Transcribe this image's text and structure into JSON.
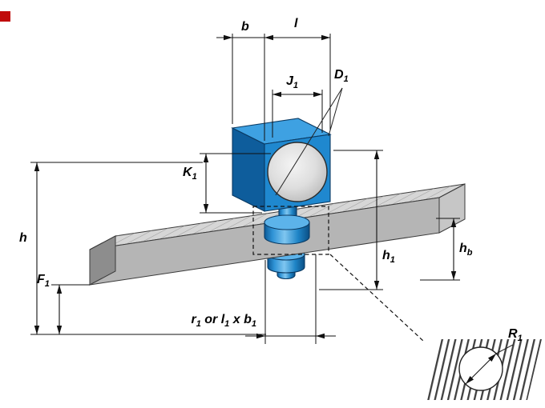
{
  "figure": {
    "description": "Isometric dimensional drawing of a bolt-mounted roller block on a rectangular rail, with enlarged cross-section detail of the groove radius"
  },
  "labels": {
    "b": "b",
    "l": "l",
    "J1": {
      "base": "J",
      "sub": "1"
    },
    "D1": {
      "base": "D",
      "sub": "1"
    },
    "K1": {
      "base": "K",
      "sub": "1"
    },
    "h": "h",
    "F1": {
      "base": "F",
      "sub": "1"
    },
    "h1": {
      "base": "h",
      "sub": "1"
    },
    "hb": {
      "base": "h",
      "sub": "b"
    },
    "bottom_dim": {
      "p1": "r",
      "s1": "1",
      "p2": " or ",
      "p3": "l",
      "s3": "1",
      "p4": " x ",
      "p5": "b",
      "s5": "1"
    },
    "R1": {
      "base": "R",
      "sub": "1"
    }
  },
  "colors": {
    "blue_front": "#1f88cf",
    "blue_top": "#3ea1e2",
    "blue_dark": "#0e5d9c",
    "blue_light_top": "#5cb3ea",
    "beam_top": "#d6d6d6",
    "beam_front": "#b5b5b5",
    "beam_end_left": "#8d8d8d",
    "beam_end_right": "#c6c6c6",
    "detail_circle": "#ffffff",
    "line": "#111111",
    "marker_red": "#c00a0a"
  }
}
